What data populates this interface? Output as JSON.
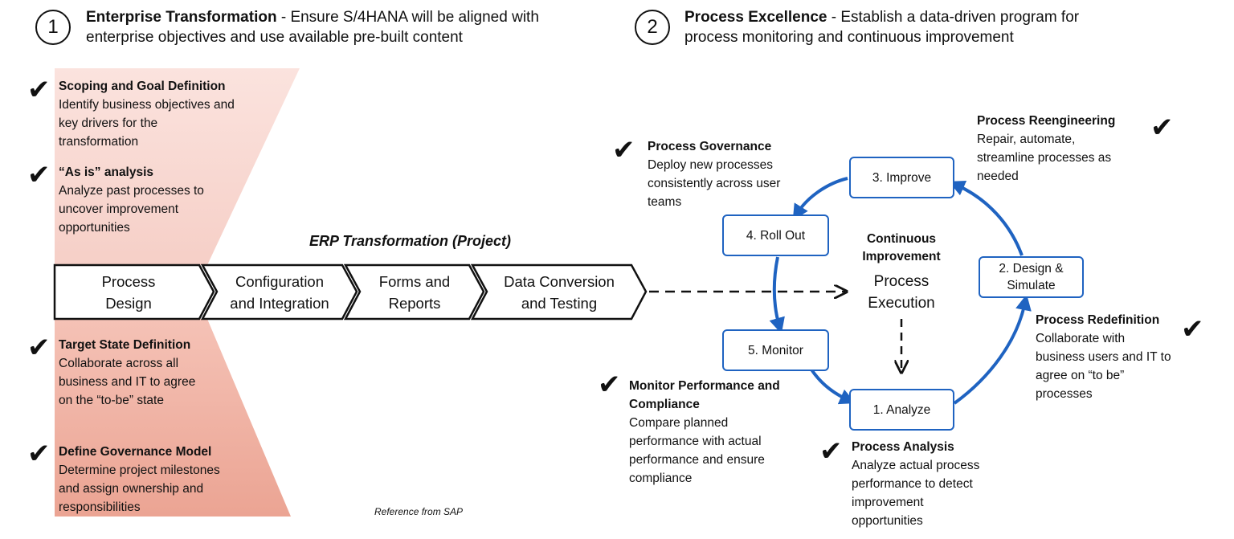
{
  "headers": [
    {
      "number": "1",
      "title": "Enterprise Transformation",
      "rest": " - Ensure S/4HANA will be aligned with",
      "line2": "enterprise objectives and use available pre-built content"
    },
    {
      "number": "2",
      "title": "Process Excellence",
      "rest": " - Establish a data-driven program for",
      "line2": "process monitoring and continuous improvement"
    }
  ],
  "left_notes": [
    {
      "title": "Scoping and Goal Definition",
      "lines": [
        "Identify business objectives and",
        "key drivers for the",
        "transformation"
      ]
    },
    {
      "title": "“As is” analysis",
      "lines": [
        "Analyze past processes to",
        "uncover improvement",
        "opportunities"
      ]
    },
    {
      "title": "Target State Definition",
      "lines": [
        "Collaborate across all",
        "business and IT to agree",
        "on the “to-be” state"
      ]
    },
    {
      "title": "Define Governance Model",
      "lines": [
        "Determine project milestones",
        "and assign ownership and",
        "responsibilities"
      ]
    }
  ],
  "project_title": "ERP Transformation (Project)",
  "chevrons": [
    {
      "line1": "Process",
      "line2": "Design"
    },
    {
      "line1": "Configuration",
      "line2": "and Integration"
    },
    {
      "line1": "Forms and",
      "line2": "Reports"
    },
    {
      "line1": "Data Conversion",
      "line2": "and Testing"
    }
  ],
  "cycle": {
    "center_title1": "Continuous",
    "center_title2": "Improvement",
    "center_main1": "Process",
    "center_main2": "Execution",
    "steps": {
      "improve": "3. Improve",
      "rollout": "4. Roll Out",
      "design1": "2. Design &",
      "design2": "Simulate",
      "monitor": "5. Monitor",
      "analyze": "1. Analyze"
    }
  },
  "right_notes": {
    "governance": {
      "title": "Process Governance",
      "lines": [
        "Deploy new processes",
        "consistently across user",
        "teams"
      ]
    },
    "reengineering": {
      "title": "Process Reengineering",
      "lines": [
        "Repair, automate,",
        "streamline processes as",
        "needed"
      ]
    },
    "redefinition": {
      "title": "Process Redefinition",
      "lines": [
        "Collaborate with",
        "business users and IT to",
        "agree on “to be”",
        "processes"
      ]
    },
    "monitor": {
      "title1": "Monitor Performance and",
      "title2": "Compliance",
      "lines": [
        "Compare planned",
        "performance with actual",
        "performance and ensure",
        "compliance"
      ]
    },
    "analysis": {
      "title": "Process Analysis",
      "lines": [
        "Analyze actual process",
        "performance to detect",
        "improvement",
        "opportunities"
      ]
    }
  },
  "reference": "Reference from SAP",
  "check_glyph": "✔",
  "colors": {
    "cycle_blue": "#1f63c1",
    "band_light": "#f7d6cf",
    "band_dark": "#eeaa9c"
  }
}
